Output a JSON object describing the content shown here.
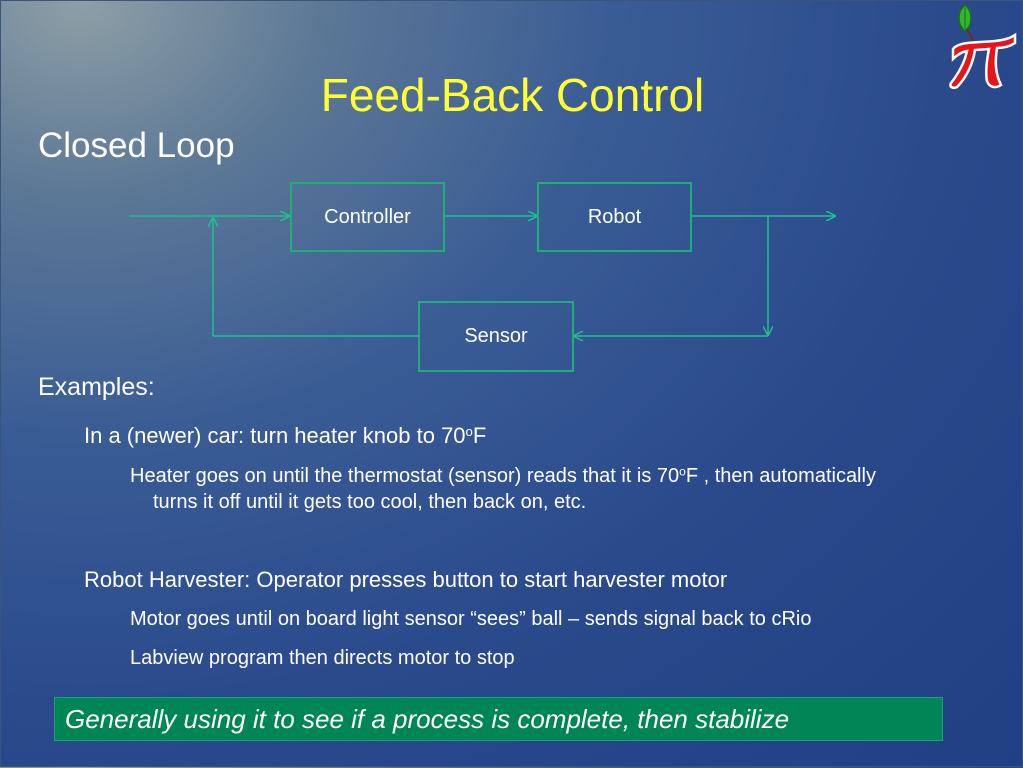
{
  "slide": {
    "title": "Feed-Back Control",
    "subtitle": "Closed Loop",
    "diagram": {
      "controller_label": "Controller",
      "robot_label": "Robot",
      "sensor_label": "Sensor",
      "line_color": "#1fc090"
    },
    "examples": {
      "heading": "Examples:",
      "car_prefix": "In a (newer) car: turn heater knob to 70",
      "car_sup": "o",
      "car_suffix": "F",
      "heater_prefix": "Heater goes on until the thermostat (sensor) reads that it is 70",
      "heater_sup": "o",
      "heater_suffix": "F , then automatically",
      "heater_line2": "turns it off until it gets too cool, then back on, etc.",
      "harvester": "Robot Harvester:  Operator presses button to start harvester motor",
      "motor": "Motor goes until on board light sensor “sees” ball – sends signal back to cRio",
      "labview": "Labview program then directs motor to stop"
    },
    "callout": "Generally using it to see if a process is complete, then stabilize"
  }
}
